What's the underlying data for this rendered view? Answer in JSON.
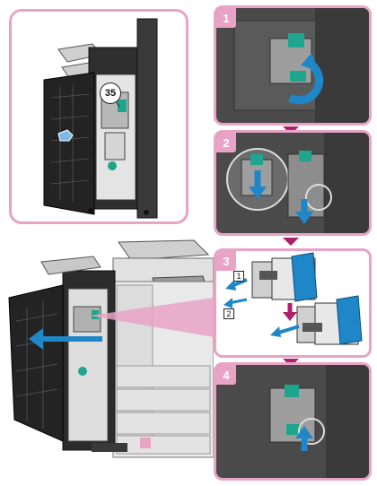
{
  "detail_view": {
    "callout_number": "35"
  },
  "steps": [
    {
      "number": "1"
    },
    {
      "number": "2"
    },
    {
      "number": "3",
      "sub_labels": [
        "1",
        "2"
      ]
    },
    {
      "number": "4"
    }
  ],
  "colors": {
    "frame_pink": "#e8a3c6",
    "arrow_magenta": "#b01f6a",
    "lever_teal": "#1fa58e",
    "action_blue": "#1f86c8",
    "dark_panel": "#3a3a3a"
  }
}
